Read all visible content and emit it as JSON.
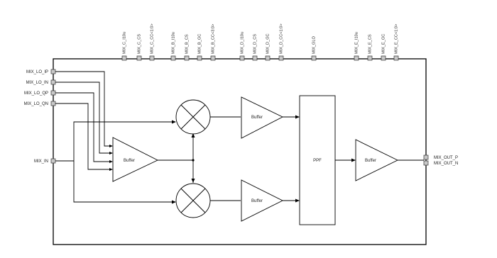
{
  "top_pins": [
    {
      "id": "mix_c_i10u",
      "label": "MIX_C_I10u"
    },
    {
      "id": "mix_c_cs",
      "label": "MIX_C_CS"
    },
    {
      "id": "mix_c_cc",
      "label": "MIX_C_CC<1:0>"
    },
    {
      "id": "mix_b_i10u",
      "label": "MIX_B_I10u"
    },
    {
      "id": "mix_b_cs",
      "label": "MIX_B_CS"
    },
    {
      "id": "mix_b_gc",
      "label": "MIX_B_GC"
    },
    {
      "id": "mix_b_cc",
      "label": "MIX_B_CC<3:0>"
    },
    {
      "id": "mix_d_i10u",
      "label": "MIX_D_I10u"
    },
    {
      "id": "mix_d_cs",
      "label": "MIX_D_CS"
    },
    {
      "id": "mix_d_gc",
      "label": "MIX_D_GC"
    },
    {
      "id": "mix_d_cc",
      "label": "MIX_D_CC<1:0>"
    },
    {
      "id": "mix_glo",
      "label": "MIX_GLO"
    },
    {
      "id": "mix_e_i10u",
      "label": "MIX_E_I10u"
    },
    {
      "id": "mix_e_cs",
      "label": "MIX_E_CS"
    },
    {
      "id": "mix_e_gc",
      "label": "MIX_E_GC"
    },
    {
      "id": "mix_e_cc",
      "label": "MIX_E_CC<1:0>"
    }
  ],
  "left_pins": [
    {
      "id": "mix_lo_ip",
      "label": "MIX_LO_IP"
    },
    {
      "id": "mix_lo_in",
      "label": "MIX_LO_IN"
    },
    {
      "id": "mix_lo_qp",
      "label": "MIX_LO_QP"
    },
    {
      "id": "mix_lo_qn",
      "label": "MIX_LO_QN"
    },
    {
      "id": "mix_in",
      "label": "MIX_IN"
    }
  ],
  "right_pins": [
    {
      "id": "mix_out_p",
      "label": "MIX_OUT_P"
    },
    {
      "id": "mix_out_n",
      "label": "MIX_OUT_N"
    }
  ],
  "blocks": {
    "lo_buffer": "Buffer",
    "buffer_i": "Buffer",
    "buffer_q": "Buffer",
    "ppf": "PPF",
    "out_buffer": "Buffer"
  }
}
